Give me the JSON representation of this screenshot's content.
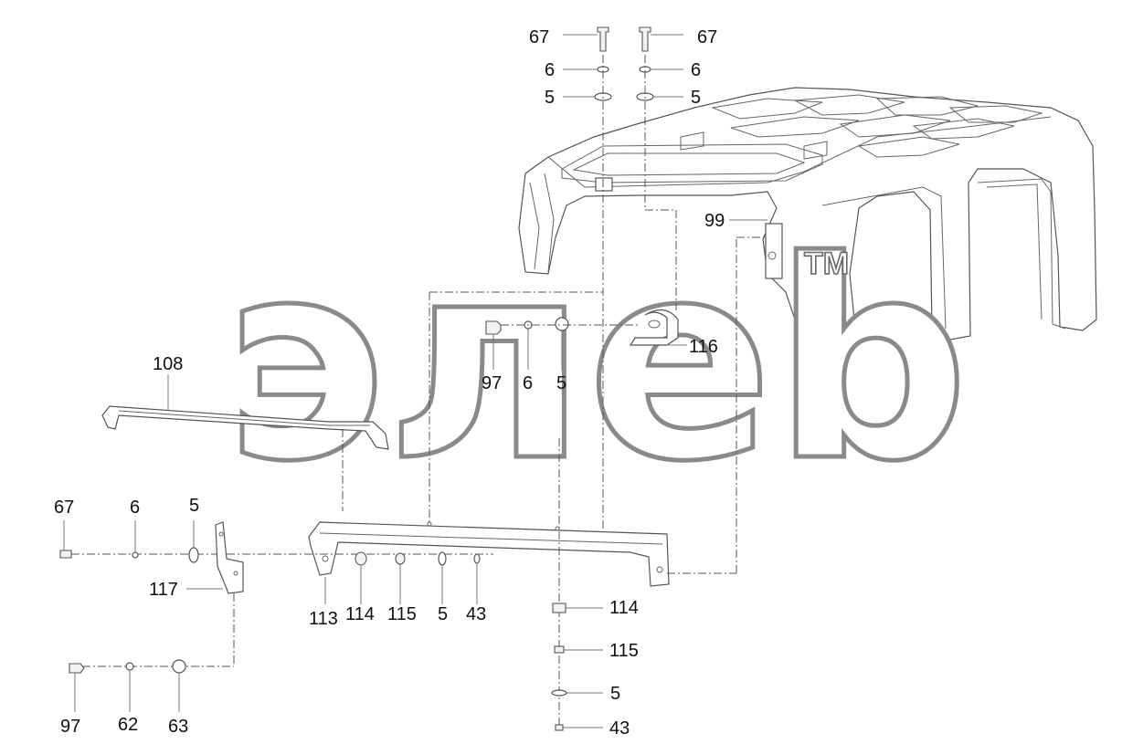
{
  "watermark": {
    "text": "элeb",
    "trademark": "TM"
  },
  "labels": {
    "l_67a": "67",
    "l_67b": "67",
    "l_6a": "6",
    "l_6b": "6",
    "l_5a": "5",
    "l_5b": "5",
    "l_99": "99",
    "l_116": "116",
    "l_97a": "97",
    "l_6c": "6",
    "l_5c": "5",
    "l_108": "108",
    "l_67c": "67",
    "l_6d": "6",
    "l_5d": "5",
    "l_117": "117",
    "l_113": "113",
    "l_114a": "114",
    "l_115a": "115",
    "l_5e": "5",
    "l_43a": "43",
    "l_114b": "114",
    "l_115b": "115",
    "l_5f": "5",
    "l_43b": "43",
    "l_97b": "97",
    "l_62": "62",
    "l_63": "63"
  }
}
